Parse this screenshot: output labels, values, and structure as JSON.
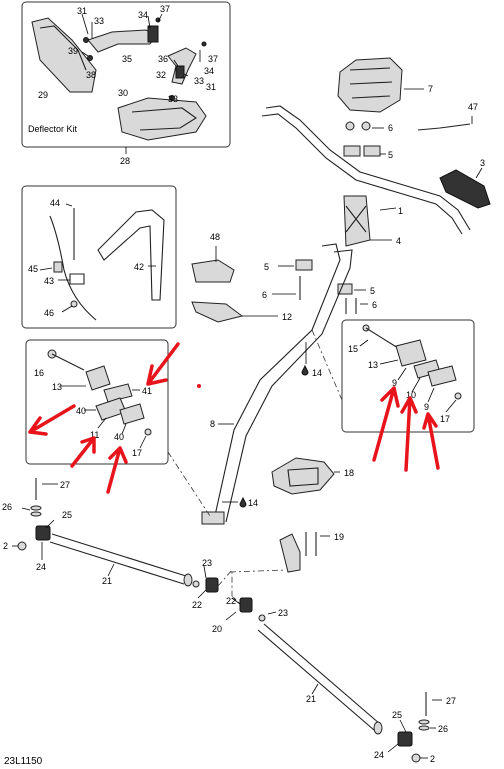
{
  "diagram": {
    "code": "23L1150",
    "deflector_kit_label": "Deflector Kit",
    "callouts": {
      "c1": "1",
      "c2a": "2",
      "c2b": "2",
      "c3": "3",
      "c4": "4",
      "c5a": "5",
      "c5b": "5",
      "c5c": "5",
      "c6a": "6",
      "c6b": "6",
      "c6c": "6",
      "c7": "7",
      "c8": "8",
      "c9a": "9",
      "c9b": "9",
      "c10": "10",
      "c11": "11",
      "c12": "12",
      "c13a": "13",
      "c13b": "13",
      "c14a": "14",
      "c14b": "14",
      "c15": "15",
      "c16": "16",
      "c17a": "17",
      "c17b": "17",
      "c18": "18",
      "c19": "19",
      "c20": "20",
      "c21a": "21",
      "c21b": "21",
      "c22a": "22",
      "c22b": "22",
      "c23a": "23",
      "c23b": "23",
      "c24a": "24",
      "c24b": "24",
      "c25a": "25",
      "c25b": "25",
      "c26a": "26",
      "c26b": "26",
      "c27a": "27",
      "c27b": "27",
      "c28": "28",
      "c29": "29",
      "c30": "30",
      "c31a": "31",
      "c31b": "31",
      "c32": "32",
      "c33a": "33",
      "c33b": "33",
      "c33c": "33",
      "c34a": "34",
      "c34b": "34",
      "c35": "35",
      "c36": "36",
      "c37a": "37",
      "c37b": "37",
      "c38": "38",
      "c39": "39",
      "c40a": "40",
      "c40b": "40",
      "c41": "41",
      "c42": "42",
      "c43": "43",
      "c44": "44",
      "c45": "45",
      "c46": "46",
      "c47": "47",
      "c48": "48"
    }
  },
  "colors": {
    "annotation_red": "#e8141b",
    "line": "#222222"
  }
}
